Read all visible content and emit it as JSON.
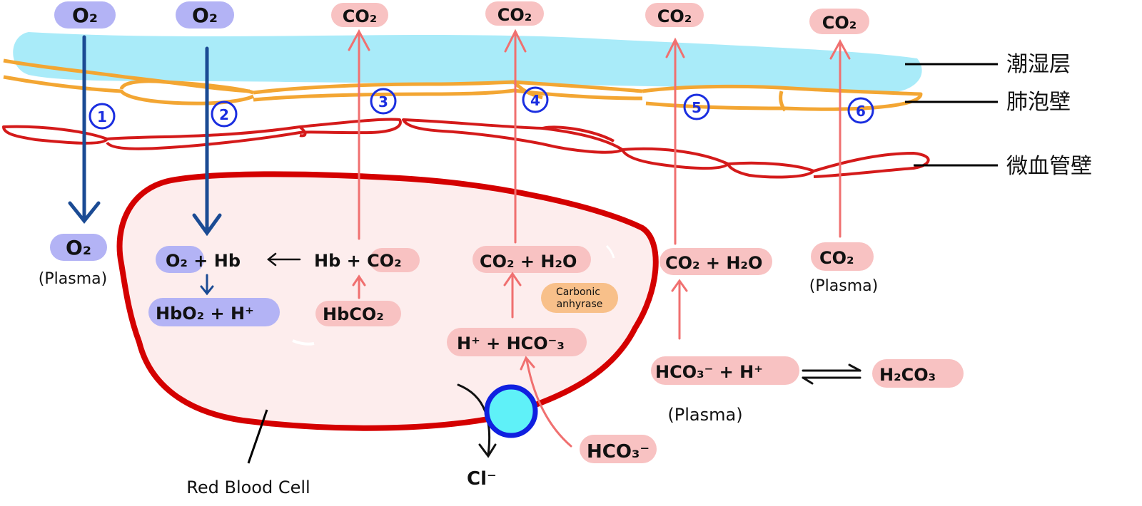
{
  "top": {
    "o2_1": "O₂",
    "o2_2": "O₂",
    "co2_3": "CO₂",
    "co2_4": "CO₂",
    "co2_5": "CO₂",
    "co2_6": "CO₂"
  },
  "steps": [
    "1",
    "2",
    "3",
    "4",
    "5",
    "6"
  ],
  "layers": {
    "moist": "潮湿层",
    "alveolar": "肺泡壁",
    "capillary": "微血管壁"
  },
  "plasma_left": {
    "o2": "O₂",
    "label": "(Plasma)"
  },
  "rbc": {
    "o2_hb": "O₂ + Hb",
    "hb_co2": "Hb + CO₂",
    "hbo2_h": "HbO₂ + H⁺",
    "hbco2": "HbCO₂",
    "co2_h2o": "CO₂ + H₂O",
    "carbonic": "Carbonic",
    "anhydrase": "anhyrase",
    "h_hco3": "H⁺ + HCO⁻₃",
    "label": "Red Blood Cell"
  },
  "exchange": {
    "cl": "Cl⁻",
    "hco3": "HCO₃⁻"
  },
  "plasma_right": {
    "co2_h2o": "CO₂ + H₂O",
    "hco3_h": "HCO₃⁻  + H⁺",
    "h2co3": "H₂CO₃",
    "label": "(Plasma)",
    "co2": "CO₂",
    "co2_label": "(Plasma)"
  },
  "colors": {
    "o2_highlight": "#b3b3f5",
    "co2_highlight": "#f8c2c2",
    "enzyme_highlight": "#f8c08a",
    "moist_layer": "#a9ebf9",
    "alveolar_wall": "#f3a633",
    "capillary_wall": "#d41a1a",
    "rbc_fill": "#fdeded",
    "o2_arrow": "#1b4b94",
    "co2_arrow": "#f07070",
    "step_numbers": "#1a2ee0",
    "channel": "#5ff1f8"
  }
}
